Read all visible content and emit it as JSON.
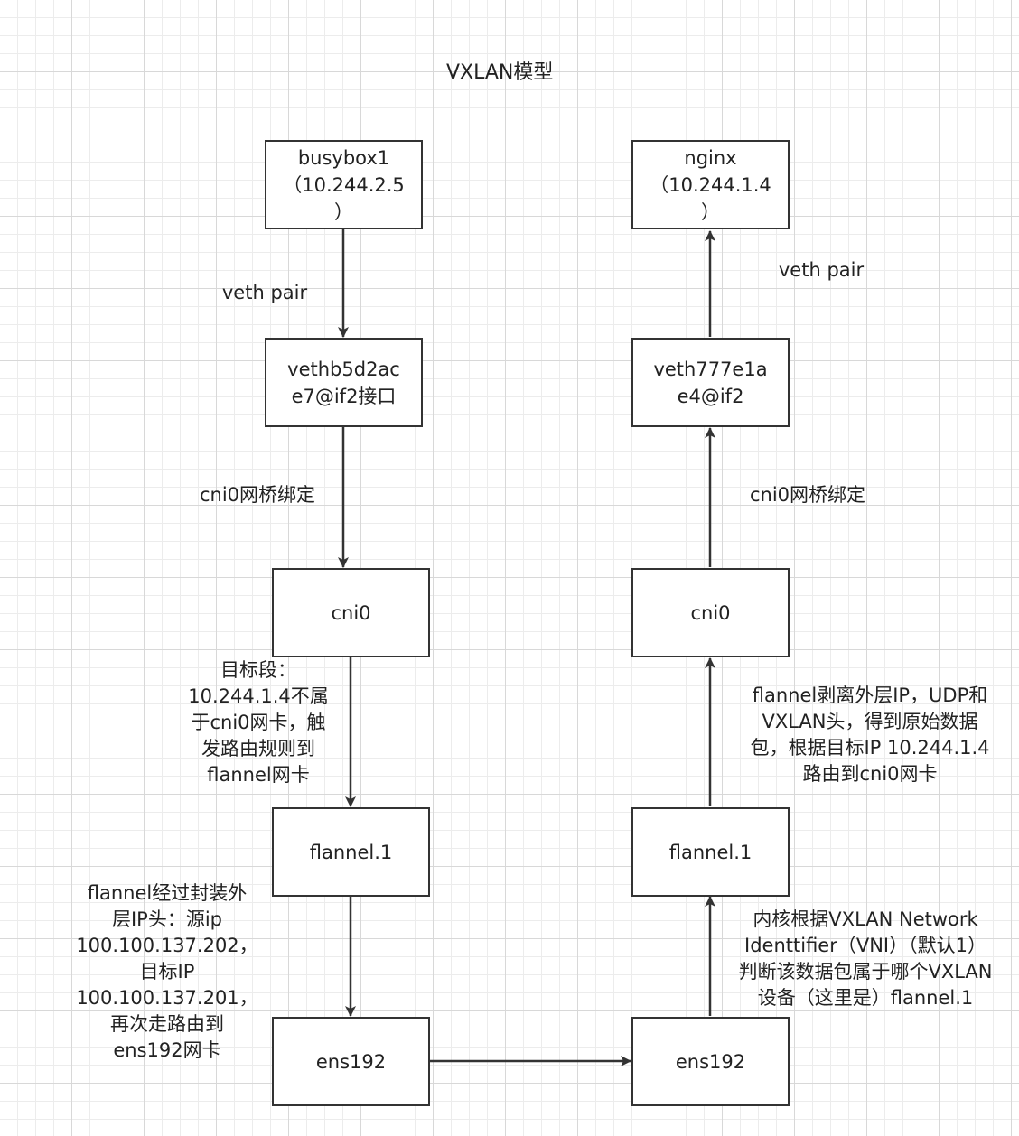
{
  "title": "VXLAN模型",
  "colors": {
    "stroke": "#333333",
    "grid": "#d8d8d8"
  },
  "nodes": {
    "busybox1": "busybox1\n（10.244.2.5\n）",
    "veth_left": "vethb5d2ac\ne7@if2接口",
    "cni0_left": "cni0",
    "flannel_left": "flannel.1",
    "ens192_left": "ens192",
    "nginx": "nginx\n（10.244.1.4\n）",
    "veth_right": "veth777e1a\ne4@if2",
    "cni0_right": "cni0",
    "flannel_right": "flannel.1",
    "ens192_right": "ens192"
  },
  "labels": {
    "veth_pair_left": "veth pair",
    "veth_pair_right": "veth pair",
    "bridge_left": "cni0网桥绑定",
    "bridge_right": "cni0网桥绑定",
    "route_left": "目标段：\n10.244.1.4不属\n于cni0网卡，触\n发路由规则到\nflannel网卡",
    "encap_left": "flannel经过封装外\n层IP头：源ip\n100.100.137.202，\n目标IP\n100.100.137.201，\n再次走路由到\nens192网卡",
    "decap_right": "flannel剥离外层IP，UDP和\nVXLAN头，得到原始数据\n包，根据目标IP 10.244.1.4\n路由到cni0网卡",
    "vni_right": "内核根据VXLAN Network\nIdenttifier（VNI）（默认1）\n判断该数据包属于哪个VXLAN\n设备（这里是）flannel.1"
  }
}
